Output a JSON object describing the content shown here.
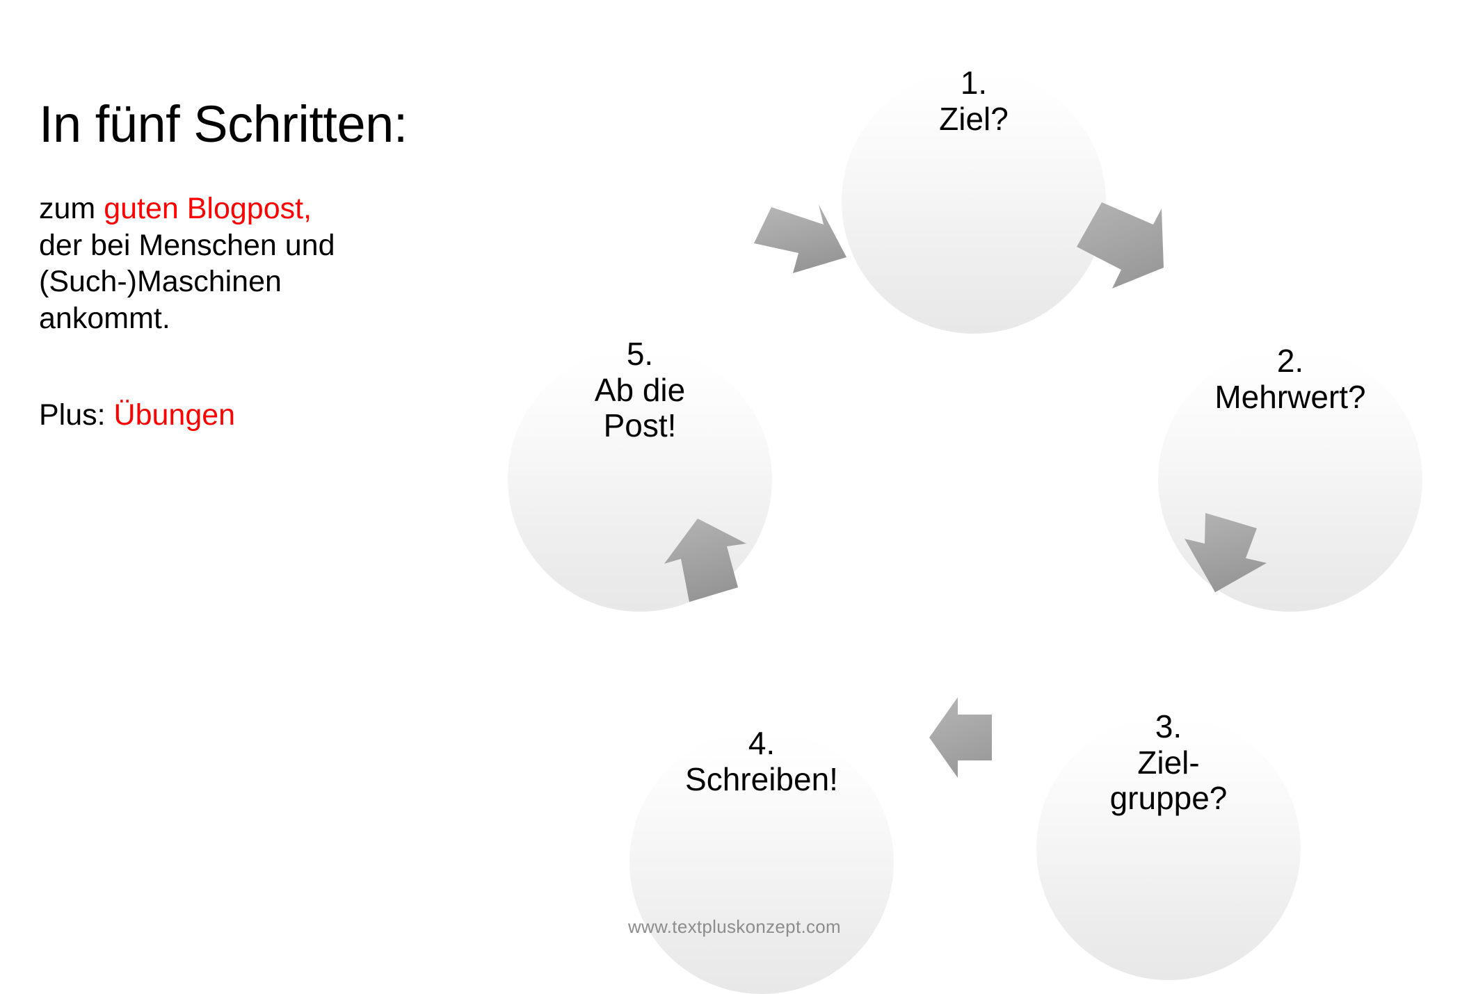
{
  "slide": {
    "background_color": "#ffffff",
    "accent_color": "#fe0000",
    "text_color": "#000000",
    "arrow_color": "#a5a5a5",
    "node_gradient_top": "#ffffff",
    "node_gradient_bottom": "#e8e8e8"
  },
  "headline": "In fünf Schritten:",
  "intro": {
    "line1_prefix": "zum ",
    "line1_accent": "guten Blogpost,",
    "line2": "der bei Menschen und",
    "line3": "(Such-)Maschinen",
    "line4": "ankommt."
  },
  "plus": {
    "prefix": "Plus: ",
    "accent": "Übungen"
  },
  "cycle": {
    "nodes": [
      {
        "number": "1.",
        "label": "Ziel?"
      },
      {
        "number": "2.",
        "label": "Mehrwert?"
      },
      {
        "number": "3.",
        "label_line1": "Ziel-",
        "label_line2": "gruppe?"
      },
      {
        "number": "4.",
        "label": "Schreiben!"
      },
      {
        "number": "5.",
        "label_line1": "Ab die",
        "label_line2": "Post!"
      }
    ],
    "arrows": [
      {
        "from": "1",
        "to": "2",
        "direction": "down-right"
      },
      {
        "from": "2",
        "to": "3",
        "direction": "down"
      },
      {
        "from": "3",
        "to": "4",
        "direction": "left"
      },
      {
        "from": "4",
        "to": "5",
        "direction": "up"
      },
      {
        "from": "5",
        "to": "1",
        "direction": "up-right"
      }
    ]
  },
  "footer": {
    "url": "www.textpluskonzept.com"
  }
}
